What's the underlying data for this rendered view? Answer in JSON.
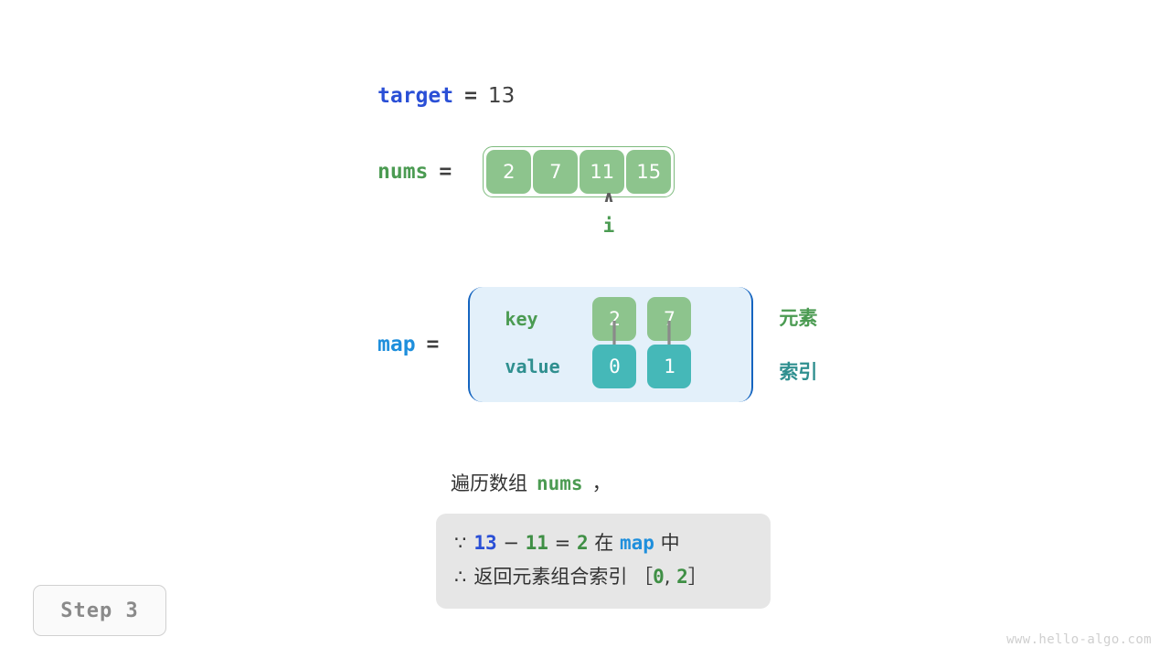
{
  "target_row": {
    "var_name": "target",
    "equals": "=",
    "value": "13"
  },
  "nums_row": {
    "var_name": "nums",
    "equals": "=",
    "cells": [
      "2",
      "7",
      "11",
      "15"
    ],
    "pointer": {
      "caret": "∧",
      "label": "i",
      "index": 2
    }
  },
  "map_row": {
    "var_name": "map",
    "equals": "=",
    "key_label": "key",
    "value_label": "value",
    "keys": [
      "2",
      "7"
    ],
    "values": [
      "0",
      "1"
    ],
    "side_top": "元素",
    "side_bottom": "索引"
  },
  "caption": {
    "text_before": "遍历数组",
    "keyword": "nums",
    "text_after": "，"
  },
  "note": {
    "line1": {
      "symbol": "∵",
      "a": "13",
      "minus": "−",
      "b": "11",
      "eq": "=",
      "c": "2",
      "mid": "在",
      "map": "map",
      "tail": "中"
    },
    "line2": {
      "symbol": "∴",
      "text": "返回元素组合索引",
      "bracket_open": "［",
      "i0": "0",
      "comma": ",",
      "i1": "2",
      "bracket_close": "］"
    }
  },
  "step_badge": {
    "label": "Step 3"
  },
  "watermark": {
    "text": "www.hello-algo.com"
  },
  "colors": {
    "var_blue": "#2a4fd6",
    "var_light_blue": "#1f8fdc",
    "var_green": "#4b9b52",
    "array_cell": "#8dc48d",
    "array_border": "#7dba7d",
    "map_bg": "#e3f0fa",
    "map_border": "#1565c0",
    "value_cell": "#45b8b8",
    "note_bg": "#e6e6e6",
    "arrow_gray": "#8a8a8a",
    "badge_text": "#8a8a8a",
    "watermark": "#cfcfcf"
  }
}
